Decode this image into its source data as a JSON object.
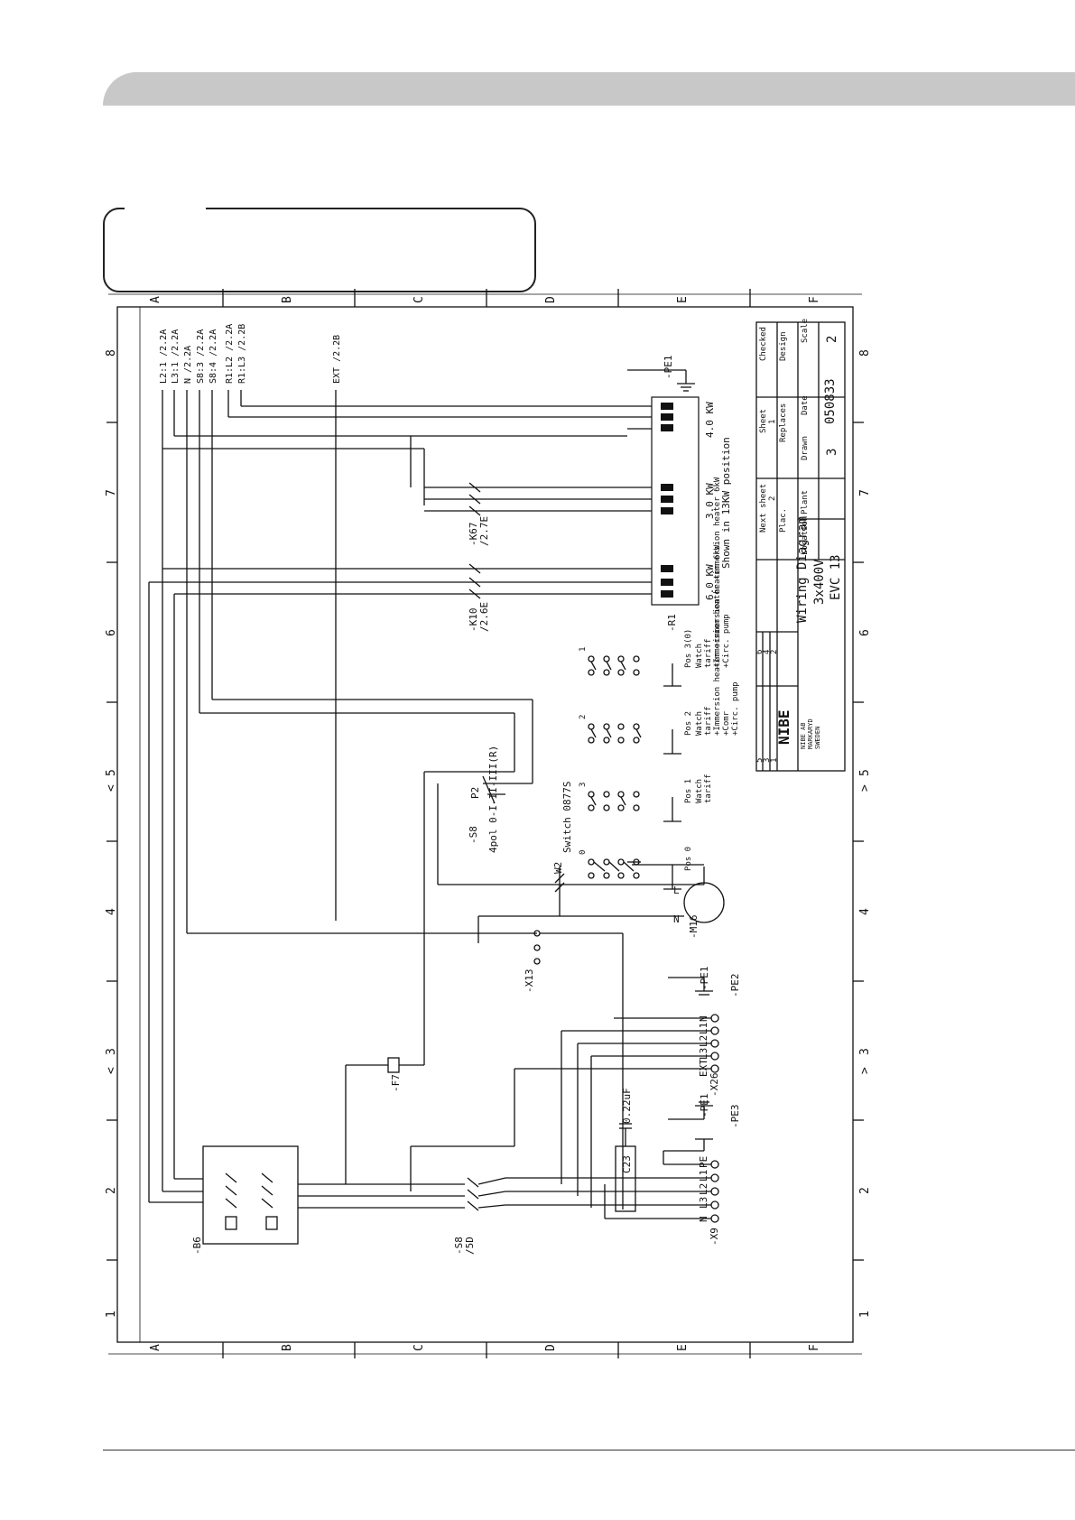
{
  "page": {
    "header_band": "",
    "callout_text": ""
  },
  "frame": {
    "columns": [
      "A",
      "B",
      "C",
      "D",
      "E",
      "F"
    ],
    "rows": [
      "8",
      "7",
      "6",
      "5",
      "4",
      "3",
      "2",
      "1"
    ],
    "arrow_left": "<",
    "arrow_right": ">"
  },
  "incoming_lines": [
    {
      "name": "L2:1",
      "ref": "/2.2A"
    },
    {
      "name": "L3:1",
      "ref": "/2.2A"
    },
    {
      "name": "N",
      "ref": "/2.2A"
    },
    {
      "name": "S8:3",
      "ref": "/2.2A"
    },
    {
      "name": "S8:4",
      "ref": "/2.2A"
    },
    {
      "name": "R1:L2",
      "ref": "/2.2A"
    },
    {
      "name": "R1:L3",
      "ref": "/2.2B"
    },
    {
      "name": "EXT",
      "ref": "/2.2B"
    }
  ],
  "components": {
    "pe1_top": "-PE1",
    "heater_4kw": "4.0 KW",
    "heater_3kw": "3.0 KW",
    "heater_6kw": "6.0 KW",
    "heater_position_note": "Shown in 13KW position",
    "heater_ref": "-R1",
    "contactor_k67": "-K67",
    "contactor_k67_ref": "/2.7E",
    "contactor_k10": "-K10",
    "contactor_k10_ref": "/2.6E",
    "switch_s8": "-S8",
    "switch_s8_desc": "4pol 0-I-II-III(R)",
    "switch_s8_p2": "P2",
    "switch_number": "Switch 0877S",
    "fuse_f7": "-F7",
    "motor_m16": "-M16",
    "motor_w2": "W2",
    "motor_l": "L",
    "motor_n": "N",
    "terminal_x13": "-X13",
    "terminal_x26": "-X26",
    "terminal_x26_labels": [
      "N",
      "L1",
      "L2",
      "L3",
      "EXT"
    ],
    "pe1_mid": "-PE1",
    "pe2": "-PE2",
    "pe1_low": "-PE1",
    "pe3": "-PE3",
    "capacitor_c23": "C23",
    "capacitor_value": "0.22uF",
    "terminal_x9": "-X9",
    "terminal_x9_labels": [
      "PE",
      "L1",
      "L2",
      "L3",
      "N"
    ],
    "breaker_b6": "-B6",
    "switch_s8_lower": "-S8",
    "switch_s8_lower_ref": "/5D"
  },
  "switch_positions": [
    {
      "num": "1",
      "title": "Pos 3(0)",
      "lines": [
        "Watch",
        "tariff",
        "+Immersion heater +immersion heater 6kW",
        "+Circ. pump"
      ]
    },
    {
      "num": "2",
      "title": "Pos 2",
      "lines": [
        "Watch",
        "tariff",
        "+Immersion heater +immersion heater 6kW",
        "+Comr",
        "+Circ. pump"
      ]
    },
    {
      "num": "3",
      "title": "Pos 1",
      "lines": [
        "Watch",
        "tariff"
      ]
    },
    {
      "num": "0",
      "title": "Pos 0",
      "lines": []
    }
  ],
  "title_block": {
    "checked": "Checked",
    "design": "Design",
    "scale": "Scale",
    "sheet": "Sheet",
    "sheet_value": "1",
    "replaces": "Replaces",
    "date": "Date",
    "drawn": "Drawn",
    "next_sheet": "Next sheet",
    "next_sheet_value": "2",
    "plac": "Plac.",
    "plant": "Plant",
    "location": "Location",
    "drawing_number": "050833",
    "sheet_total": "2",
    "sheet_index": "3",
    "title_line1": "Wiring Diagram",
    "title_line2": "3x400V",
    "title_line3": "EVC 13",
    "logo": "NIBE",
    "company_line1": "NIBE AB",
    "company_line2": "MARKARYD",
    "company_line3": "SWEDEN",
    "revisions": [
      "5",
      "3",
      "1",
      "6",
      "4",
      "2"
    ]
  }
}
